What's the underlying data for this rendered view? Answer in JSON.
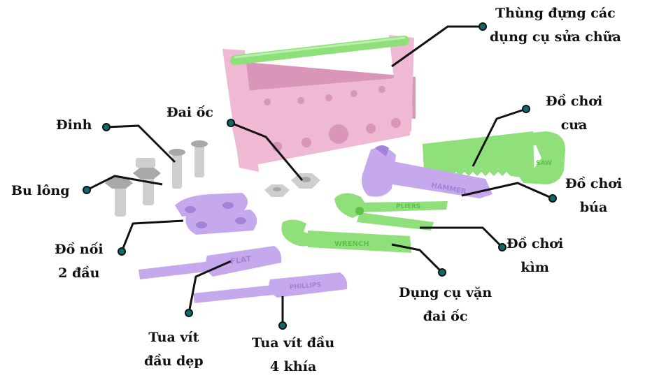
{
  "colors": {
    "pink": "#efb8d3",
    "pink_dark": "#d996b8",
    "green": "#8fe07a",
    "green_dark": "#5cc24a",
    "purple": "#c6a8ec",
    "purple_dark": "#a383d6",
    "gray": "#cfcfcf",
    "gray_dark": "#a8a8a8",
    "leader": "#111111",
    "dot": "#0f6b6b"
  },
  "labels": {
    "toolbox": [
      "Thùng đựng các",
      "dụng cụ sửa chữa"
    ],
    "saw": [
      "Đồ chơi",
      "cưa"
    ],
    "hammer": [
      "Đồ chơi",
      "búa"
    ],
    "pliers": [
      "Đồ chơi",
      "kìm"
    ],
    "wrench": [
      "Dụng cụ vặn",
      "đai ốc"
    ],
    "phillips": [
      "Tua vít đầu",
      "4 khía"
    ],
    "flat": [
      "Tua vít",
      "đầu dẹp"
    ],
    "connector": [
      "Đồ nối",
      "2 đầu"
    ],
    "bolt": [
      "Bu lông"
    ],
    "nail": [
      "Đinh"
    ],
    "nut": [
      "Đai ốc"
    ]
  },
  "embossed": {
    "hammer": "HAMMER",
    "pliers": "PLIERS",
    "wrench": "WRENCH",
    "flat": "FLAT",
    "phillips": "PHILLIPS",
    "saw": "SAW"
  }
}
